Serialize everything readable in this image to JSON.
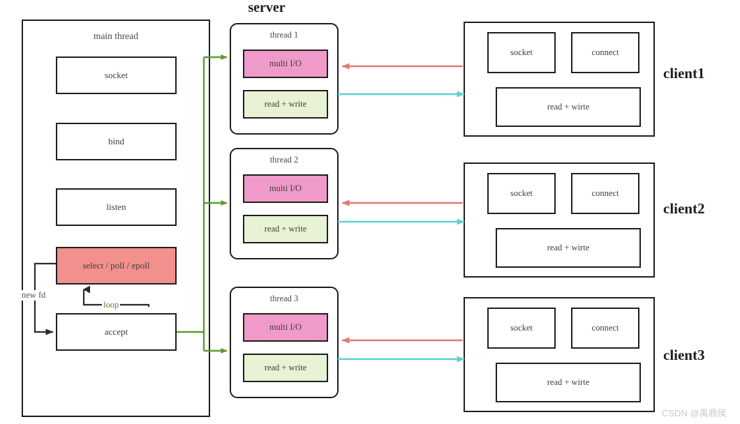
{
  "diagram": {
    "title": "server",
    "watermark": "CSDN @禹鼎侯"
  },
  "colors": {
    "multi_io_fill": "#ef9ac8",
    "read_write_fill": "#e8f2d4",
    "select_fill": "#f2908e",
    "dispatch_arrow": "#5a9e2f",
    "client_to_server_arrow": "#e07b72",
    "server_to_client_arrow": "#5fd0d0",
    "stroke": "#1f1f1f"
  },
  "main_thread": {
    "title": "main  thread",
    "steps": [
      {
        "label": "socket"
      },
      {
        "label": "bind"
      },
      {
        "label": "listen"
      },
      {
        "label": "select / poll / epoll"
      },
      {
        "label": "accept"
      }
    ],
    "edge_labels": {
      "new_fd": "new fd",
      "loop": "loop"
    }
  },
  "threads": [
    {
      "label": "thread 1",
      "multi_io": "multi I/O",
      "read_write": "read + write"
    },
    {
      "label": "thread  2",
      "multi_io": "multi I/O",
      "read_write": "read + write"
    },
    {
      "label": "thread  3",
      "multi_io": "multi I/O",
      "read_write": "read + write"
    }
  ],
  "clients": [
    {
      "label": "client1",
      "socket": "socket",
      "connect": "connect",
      "read_write": "read  + wirte"
    },
    {
      "label": "client2",
      "socket": "socket",
      "connect": "connect",
      "read_write": "read  + wirte"
    },
    {
      "label": "client3",
      "socket": "socket",
      "connect": "connect",
      "read_write": "read  + wirte"
    }
  ]
}
